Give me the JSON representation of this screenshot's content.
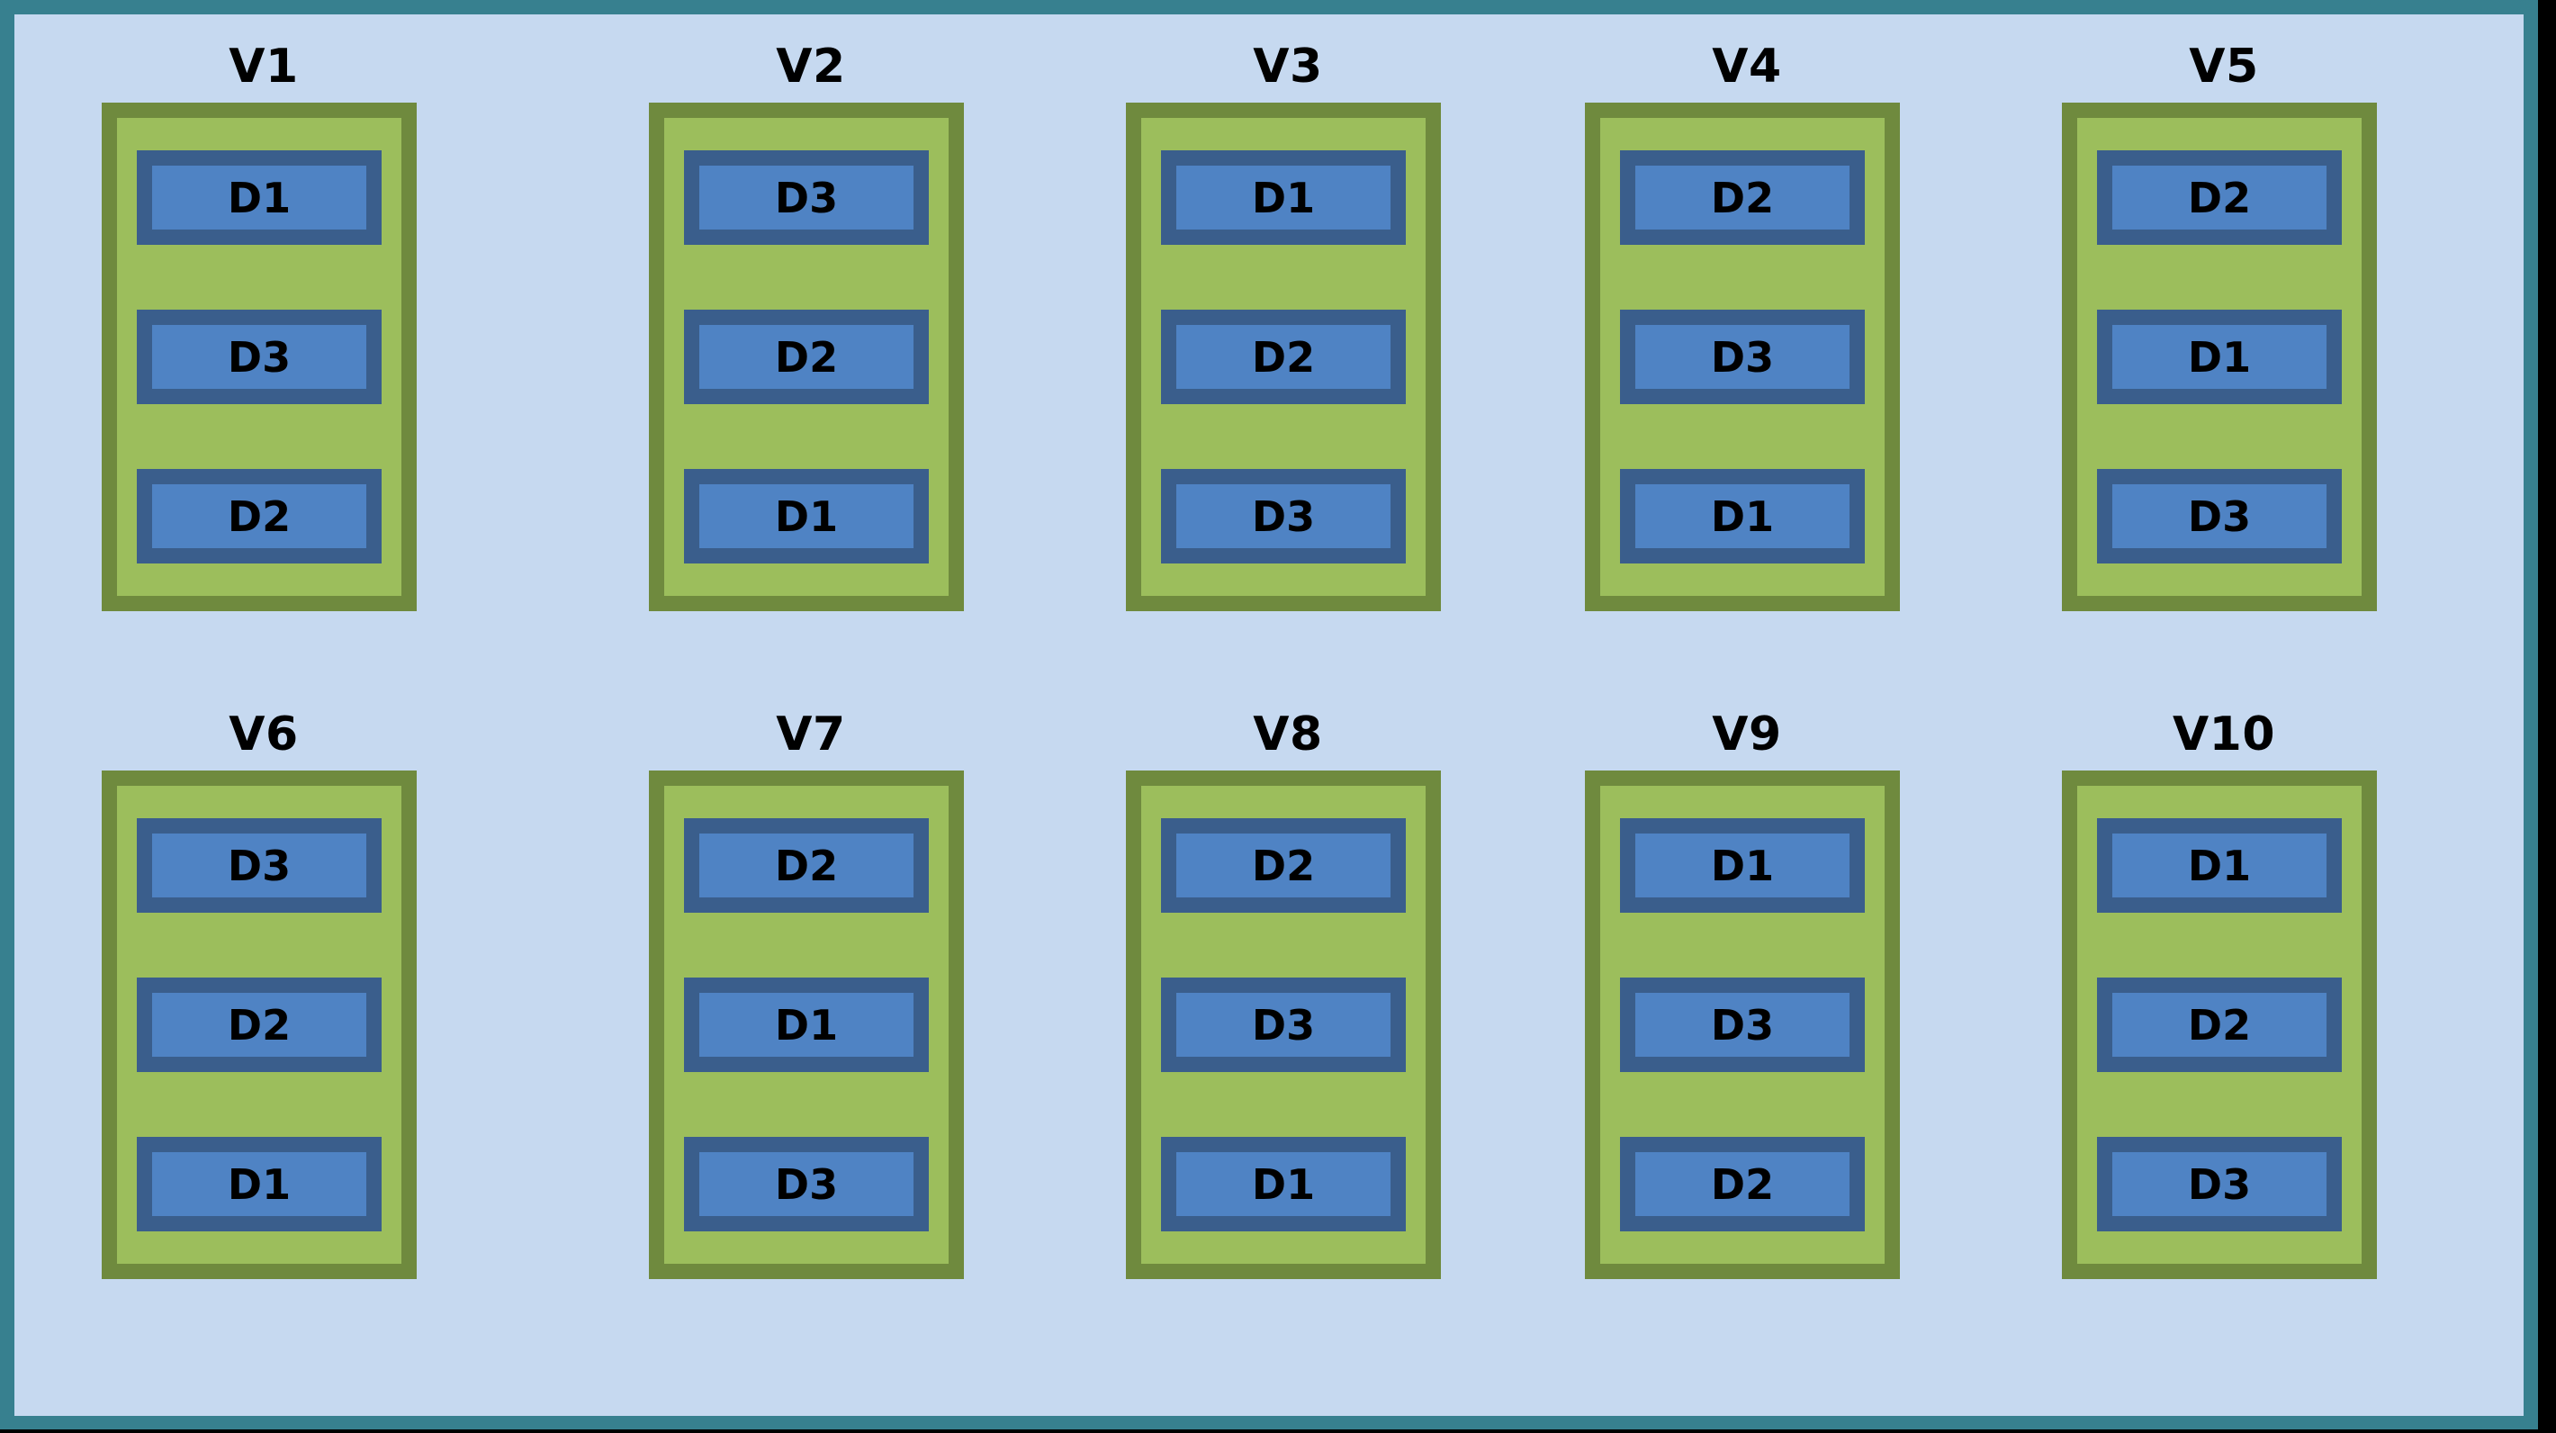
{
  "diagram": {
    "title": "",
    "frame": {
      "outer_border_color": "#37808F",
      "background_color": "#C6D9F0"
    },
    "vm_style": {
      "fill_color": "#9CBE5C",
      "border_color": "#6F8A3E"
    },
    "disk_style": {
      "fill_color": "#4F83C4",
      "border_color": "#3A5E8C"
    },
    "rows": [
      {
        "vms": [
          {
            "label": "V1",
            "disks": [
              {
                "label": "D1"
              },
              {
                "label": "D3"
              },
              {
                "label": "D2"
              }
            ]
          },
          {
            "label": "V2",
            "disks": [
              {
                "label": "D3"
              },
              {
                "label": "D2"
              },
              {
                "label": "D1"
              }
            ]
          },
          {
            "label": "V3",
            "disks": [
              {
                "label": "D1"
              },
              {
                "label": "D2"
              },
              {
                "label": "D3"
              }
            ]
          },
          {
            "label": "V4",
            "disks": [
              {
                "label": "D2"
              },
              {
                "label": "D3"
              },
              {
                "label": "D1"
              }
            ]
          },
          {
            "label": "V5",
            "disks": [
              {
                "label": "D2"
              },
              {
                "label": "D1"
              },
              {
                "label": "D3"
              }
            ]
          }
        ]
      },
      {
        "vms": [
          {
            "label": "V6",
            "disks": [
              {
                "label": "D3"
              },
              {
                "label": "D2"
              },
              {
                "label": "D1"
              }
            ]
          },
          {
            "label": "V7",
            "disks": [
              {
                "label": "D2"
              },
              {
                "label": "D1"
              },
              {
                "label": "D3"
              }
            ]
          },
          {
            "label": "V8",
            "disks": [
              {
                "label": "D2"
              },
              {
                "label": "D3"
              },
              {
                "label": "D1"
              }
            ]
          },
          {
            "label": "V9",
            "disks": [
              {
                "label": "D1"
              },
              {
                "label": "D3"
              },
              {
                "label": "D2"
              }
            ]
          },
          {
            "label": "V10",
            "disks": [
              {
                "label": "D1"
              },
              {
                "label": "D2"
              },
              {
                "label": "D3"
              }
            ]
          }
        ]
      }
    ]
  }
}
